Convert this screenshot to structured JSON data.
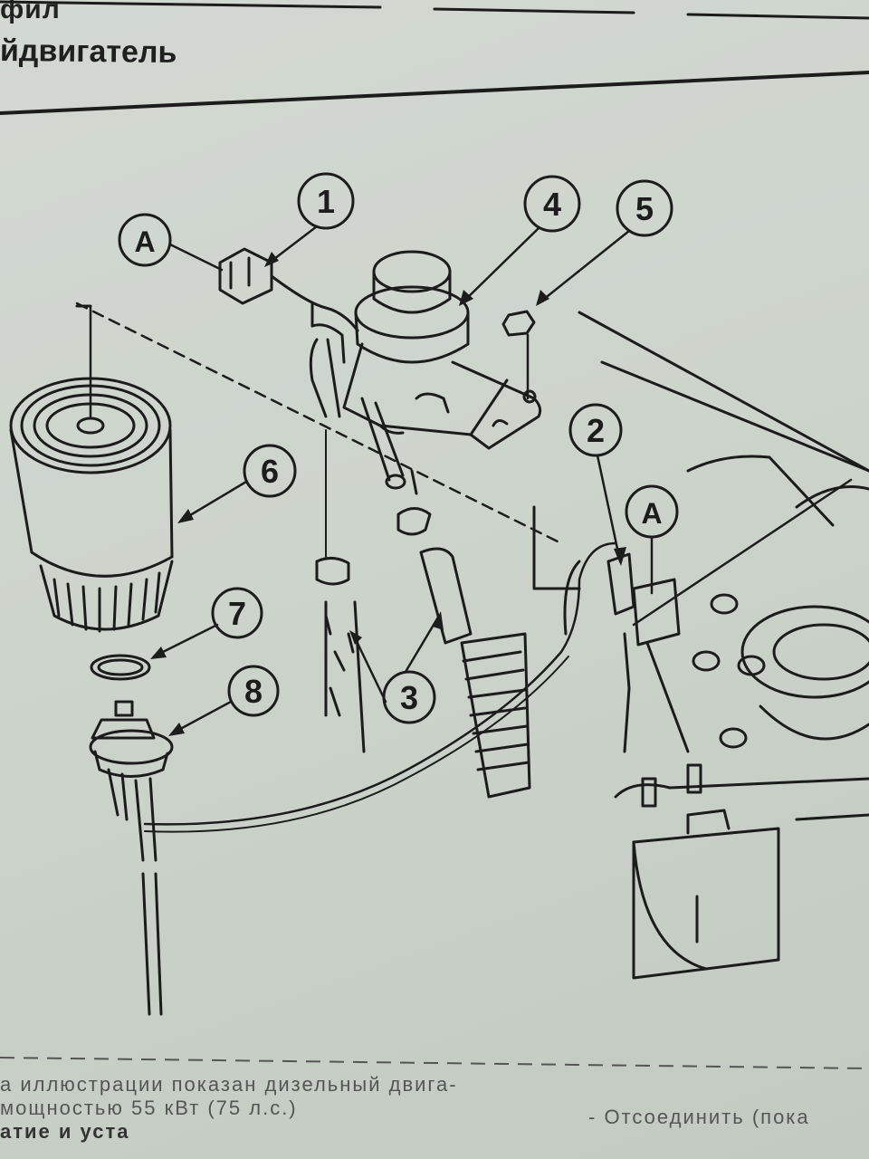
{
  "header": {
    "top_fragment": "фил",
    "section_title": "йдвигатель"
  },
  "callouts": {
    "c1": "1",
    "c2": "2",
    "c3": "3",
    "c4": "4",
    "c5": "5",
    "c6": "6",
    "c7": "7",
    "c8": "8",
    "cA1": "A",
    "cA2": "A"
  },
  "caption": {
    "line1": "а иллюстрации показан дизельный двига-",
    "line2": "мощностью 55 кВт (75 л.с.)",
    "line3": "атие и уста",
    "right": "- Отсоединить (пока"
  },
  "colors": {
    "paper": "#cfd6ce",
    "ink": "#1c1c1c"
  }
}
